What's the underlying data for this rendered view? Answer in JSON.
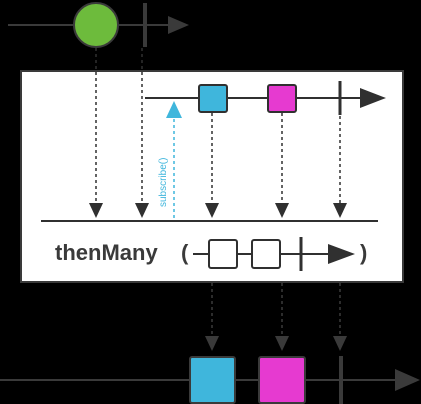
{
  "operator": {
    "name": "thenMany",
    "open_paren": "(",
    "close_paren": ")"
  },
  "inner_annotation": "subscribe()",
  "colors": {
    "background": "#000000",
    "box_fill": "#ffffff",
    "line": "#303030",
    "source_element": "#6dbb3c",
    "element_blue": "#3fb6dc",
    "element_magenta": "#e63ad0",
    "subscribe_arrow": "#3fb6dc"
  },
  "timelines": {
    "source": {
      "elements": [
        "green"
      ],
      "completes": true
    },
    "inner": {
      "elements": [
        "blue",
        "magenta"
      ],
      "completes": true
    },
    "output": {
      "elements": [
        "blue",
        "magenta"
      ],
      "completes": true
    }
  }
}
